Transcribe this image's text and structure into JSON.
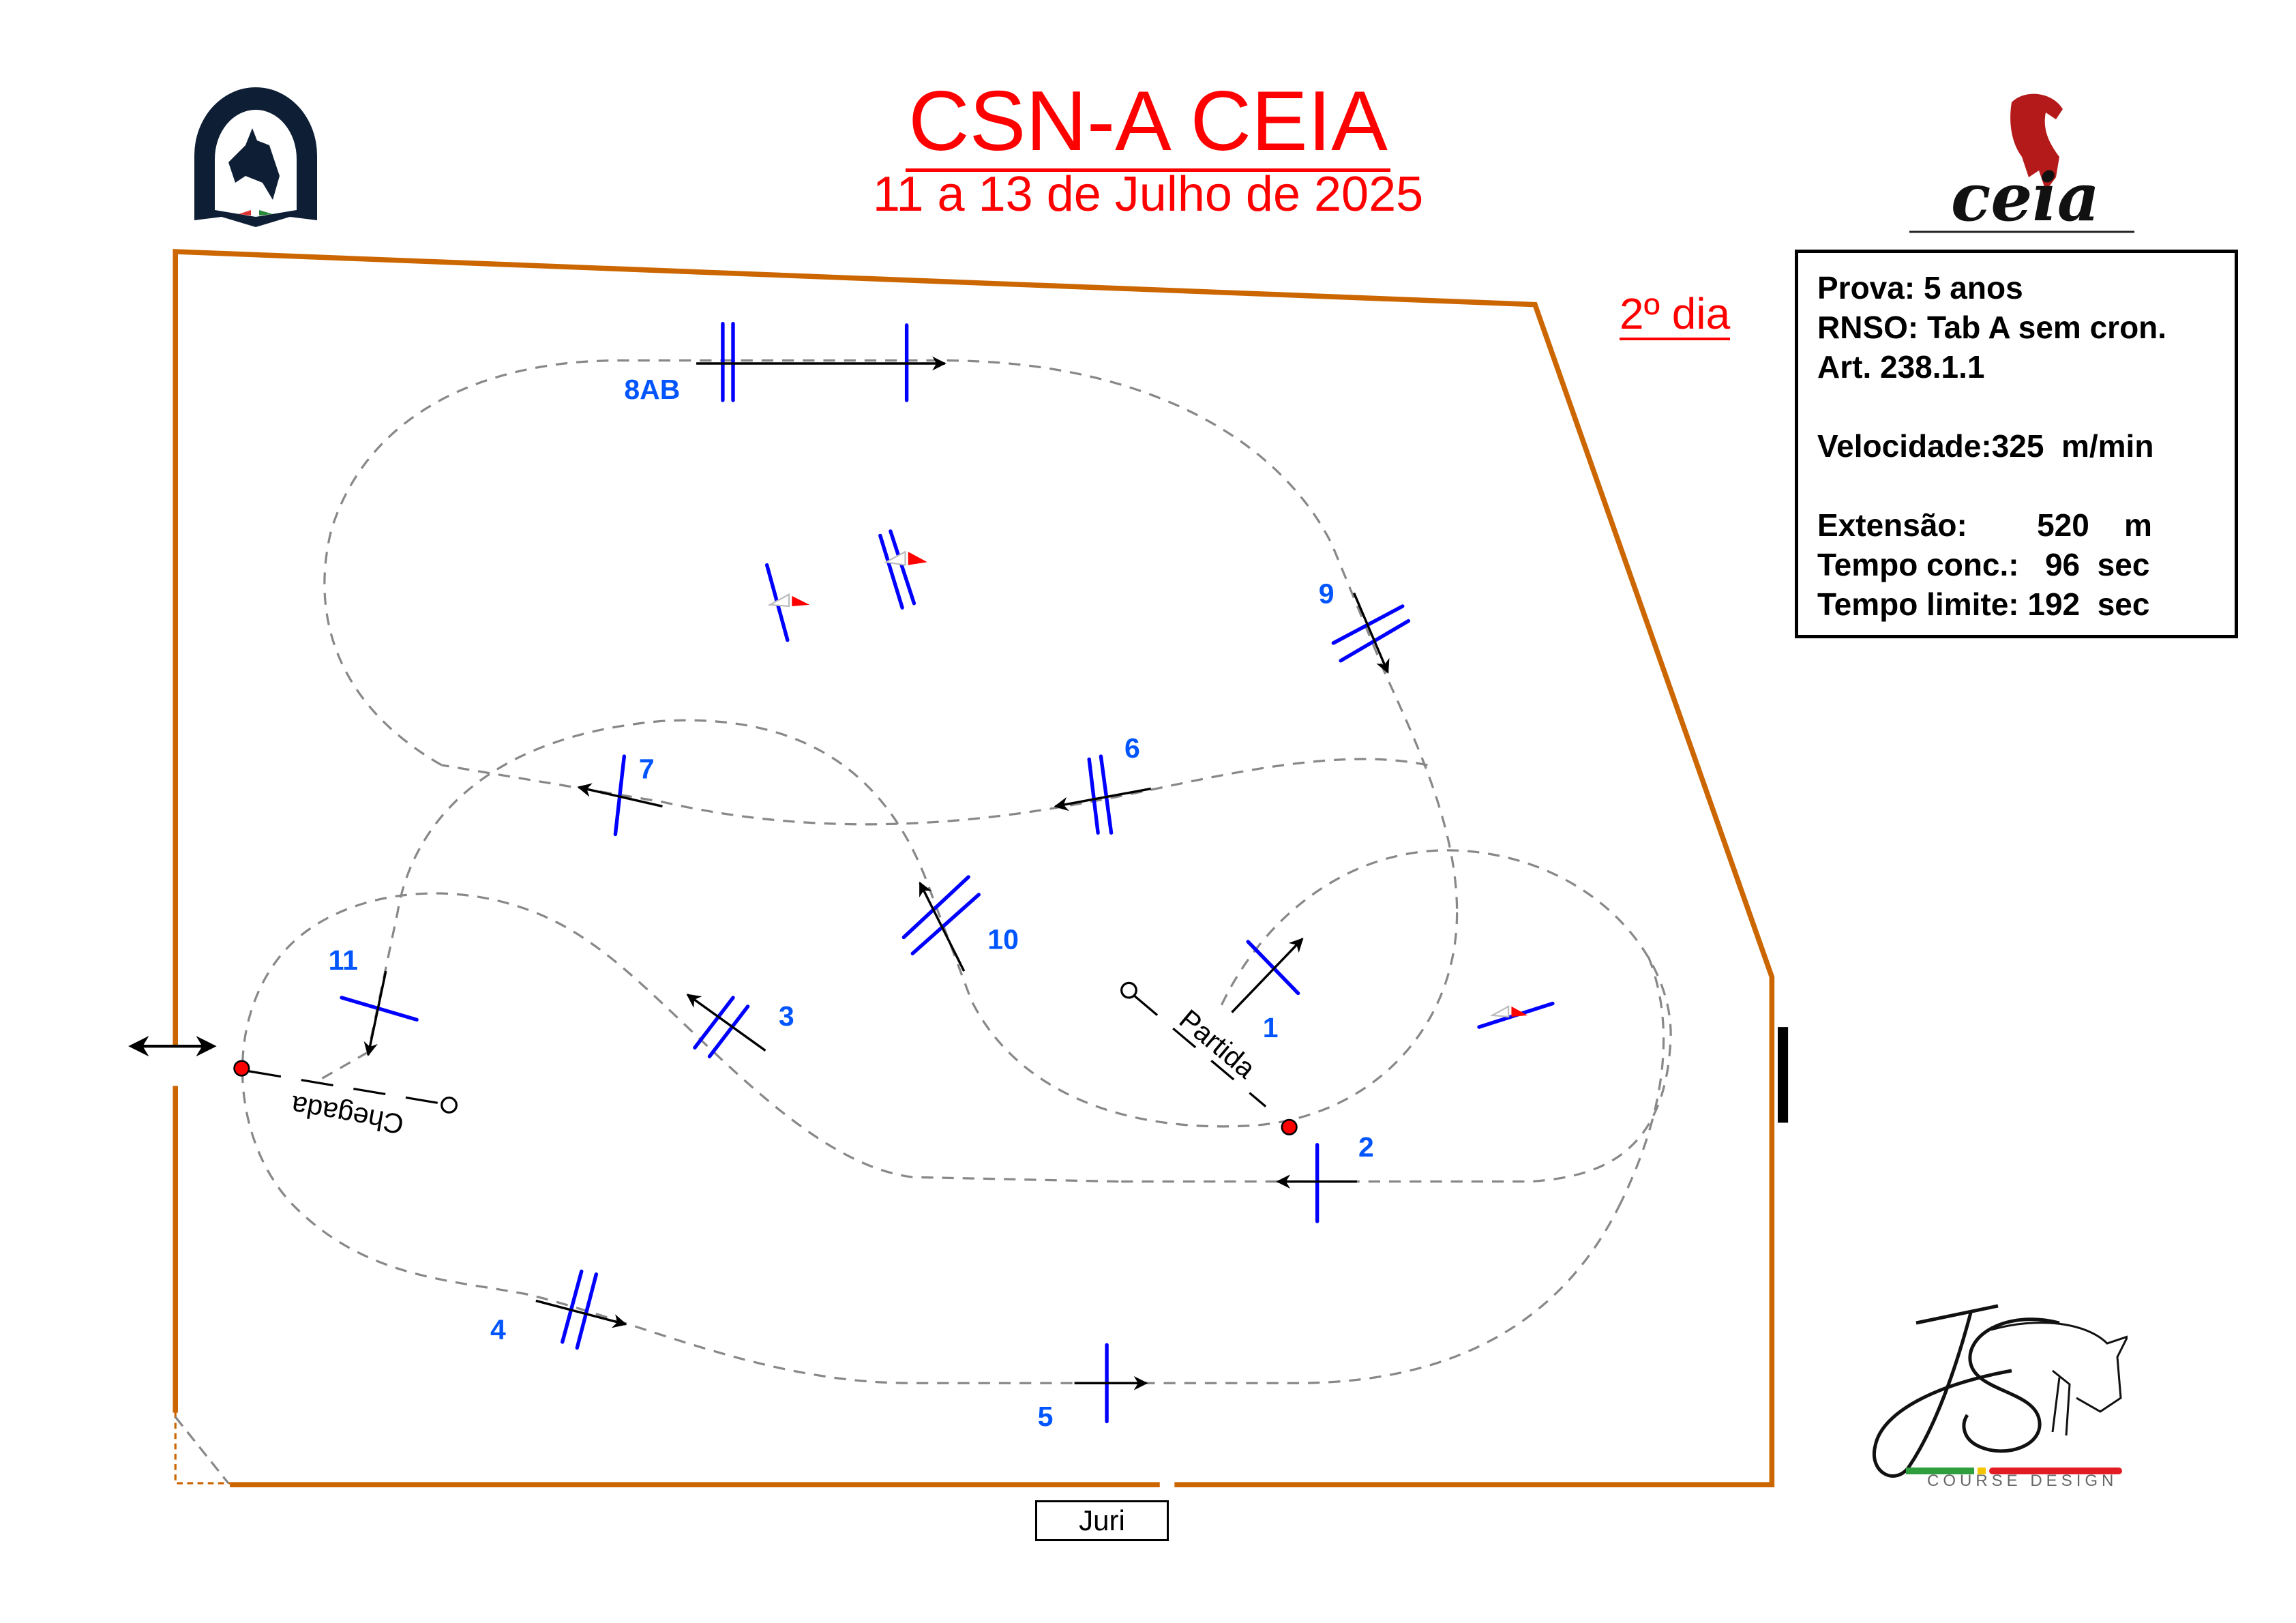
{
  "header": {
    "title": "CSN-A CEIA",
    "dates": "11 a 13 de Julho de 2025",
    "day": "2º dia"
  },
  "logos": {
    "federation": "Federação Equestre Portuguesa",
    "organizer": "ceia",
    "designer_brand": "COURSE DESIGN"
  },
  "info": {
    "prova": "Prova: 5 anos",
    "rnso": "RNSO: Tab A sem cron.",
    "article": "Art. 238.1.1",
    "speed": "Velocidade:325  m/min",
    "length": "Extensão:        520    m",
    "time_allowed": "Tempo conc.:   96  sec",
    "time_limit": "Tempo limite: 192  sec"
  },
  "course": {
    "start_label": "Partida",
    "finish_label": "Chegada",
    "jury_label": "Juri",
    "obstacles": [
      {
        "number": "1",
        "type": "vertical"
      },
      {
        "number": "2",
        "type": "vertical"
      },
      {
        "number": "3",
        "type": "oxer"
      },
      {
        "number": "4",
        "type": "oxer"
      },
      {
        "number": "5",
        "type": "vertical"
      },
      {
        "number": "6",
        "type": "oxer"
      },
      {
        "number": "7",
        "type": "vertical"
      },
      {
        "number": "8AB",
        "type": "combination"
      },
      {
        "number": "9",
        "type": "oxer"
      },
      {
        "number": "10",
        "type": "oxer"
      },
      {
        "number": "11",
        "type": "vertical"
      }
    ],
    "colors": {
      "arena_border": "#cc6600",
      "fence": "#0000ff",
      "number": "#0055ff",
      "title": "#ff0000",
      "path": "#888888",
      "flag": "#ff0000"
    }
  }
}
